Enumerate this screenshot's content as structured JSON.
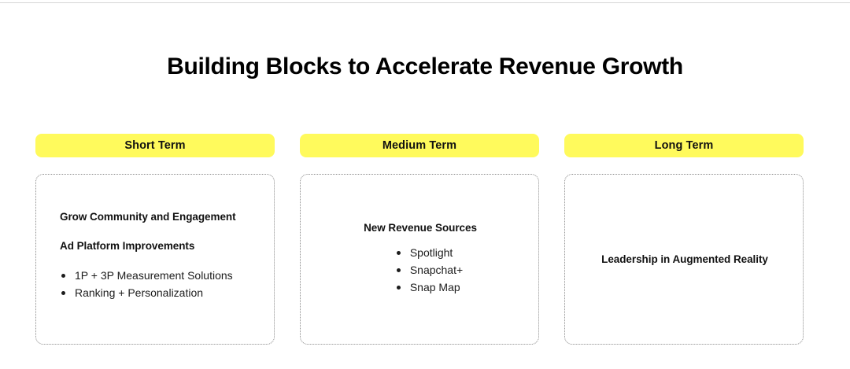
{
  "slide": {
    "title": "Building Blocks to Accelerate Revenue Growth",
    "accent_color": "#FFFA5C",
    "text_color": "#111111",
    "border_color": "#8A8A8A",
    "background": "#FFFFFF"
  },
  "columns": [
    {
      "id": "short-term",
      "pill_label": "Short Term",
      "headings": [
        "Grow Community and Engagement",
        "Ad Platform Improvements"
      ],
      "bullets": [
        "1P + 3P Measurement Solutions",
        "Ranking + Personalization"
      ]
    },
    {
      "id": "medium-term",
      "pill_label": "Medium Term",
      "headings": [
        "New Revenue Sources"
      ],
      "bullets": [
        "Spotlight",
        "Snapchat+",
        "Snap Map"
      ]
    },
    {
      "id": "long-term",
      "pill_label": "Long Term",
      "headings": [
        "Leadership in Augmented Reality"
      ],
      "bullets": []
    }
  ]
}
